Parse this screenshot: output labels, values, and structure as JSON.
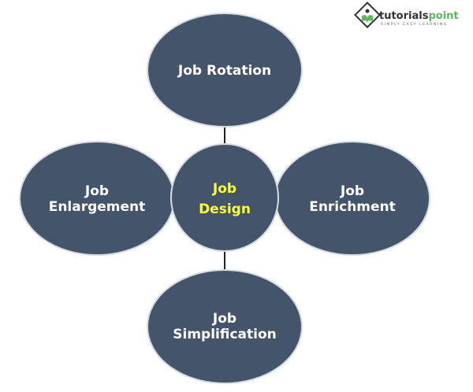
{
  "logo": {
    "name": "tutorialspoint",
    "tagline": "SIMPLY EASY LEARNING"
  },
  "diagram": {
    "center": {
      "line1": "Job",
      "line2": "Design",
      "color": "#ffff33"
    },
    "nodes": {
      "top": {
        "line1": "Job Rotation"
      },
      "left": {
        "line1": "Job",
        "line2": "Enlargement"
      },
      "right": {
        "line1": "Job",
        "line2": "Enrichment"
      },
      "bottom": {
        "line1": "Job",
        "line2": "Simplification"
      }
    },
    "node_color": "#44546a"
  }
}
